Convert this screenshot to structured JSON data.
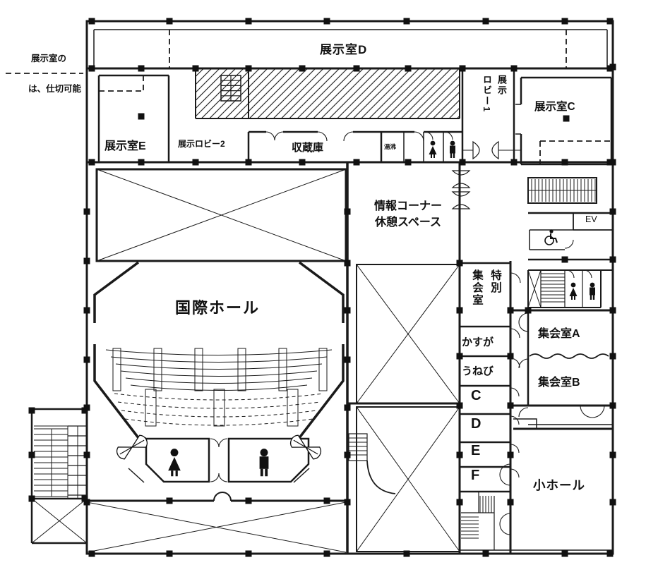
{
  "legend": {
    "line1": "展示室の",
    "line2": "は、仕切可能"
  },
  "rooms": {
    "exhibit_d": "展示室D",
    "exhibit_e": "展示室E",
    "exhibit_lobby2": "展示ロビー2",
    "exhibit_lobby1_right": "展示",
    "exhibit_lobby1_left": "ロビー1",
    "exhibit_c": "展示室C",
    "storage": "収蔵庫",
    "hot_water": "湯沸",
    "info_corner_line1": "情報コーナー",
    "info_corner_line2": "休憩スペース",
    "intl_hall": "国際ホール",
    "special_right": "特別",
    "special_left": "集会室",
    "kasuga": "かすが",
    "unebi": "うねび",
    "small_c": "C",
    "small_d": "D",
    "small_e": "E",
    "small_f": "F",
    "meeting_a": "集会室A",
    "meeting_b": "集会室B",
    "small_hall": "小ホール",
    "elevator": "EV"
  },
  "icons": {
    "female": "female-person-icon",
    "male": "male-person-icon",
    "wheelchair": "wheelchair-icon"
  },
  "colors": {
    "ink": "#1a1a1a",
    "paper": "#ffffff"
  }
}
